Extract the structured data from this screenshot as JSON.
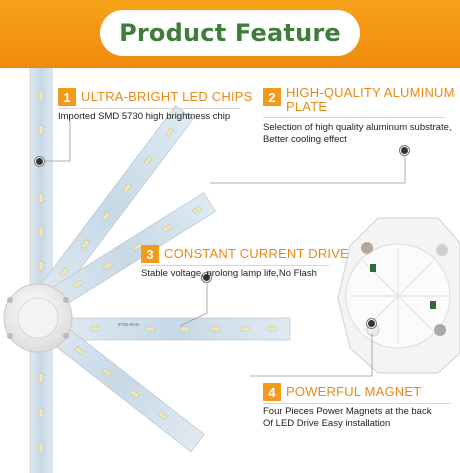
{
  "banner": {
    "title": "Product Feature"
  },
  "features": [
    {
      "number": "1",
      "title": "ULTRA-BRIGHT LED CHIPS",
      "description": "Imported SMD 5730 high brightness chip"
    },
    {
      "number": "2",
      "title_line1": "HIGH-QUALITY ALUMINUM",
      "title_line2": "PLATE",
      "description_line1": "Selection of high quality aluminum substrate,",
      "description_line2": "Better cooling effect"
    },
    {
      "number": "3",
      "title": "CONSTANT CURRENT DRIVE",
      "description": "Stable voltage, prolong lamp life,No Flash"
    },
    {
      "number": "4",
      "title": "POWERFUL MAGNET",
      "description_line1": "Four Pieces Power Magnets at the back",
      "description_line2": "Of LED Drive Easy installation"
    }
  ],
  "strip_labels": {
    "top": "5730-8mm",
    "small": "5730-8mm"
  },
  "colors": {
    "banner": "#f39a1b",
    "title_green": "#3f7d3a",
    "accent": "#f39a1b",
    "strip": "#cfe0ec"
  }
}
